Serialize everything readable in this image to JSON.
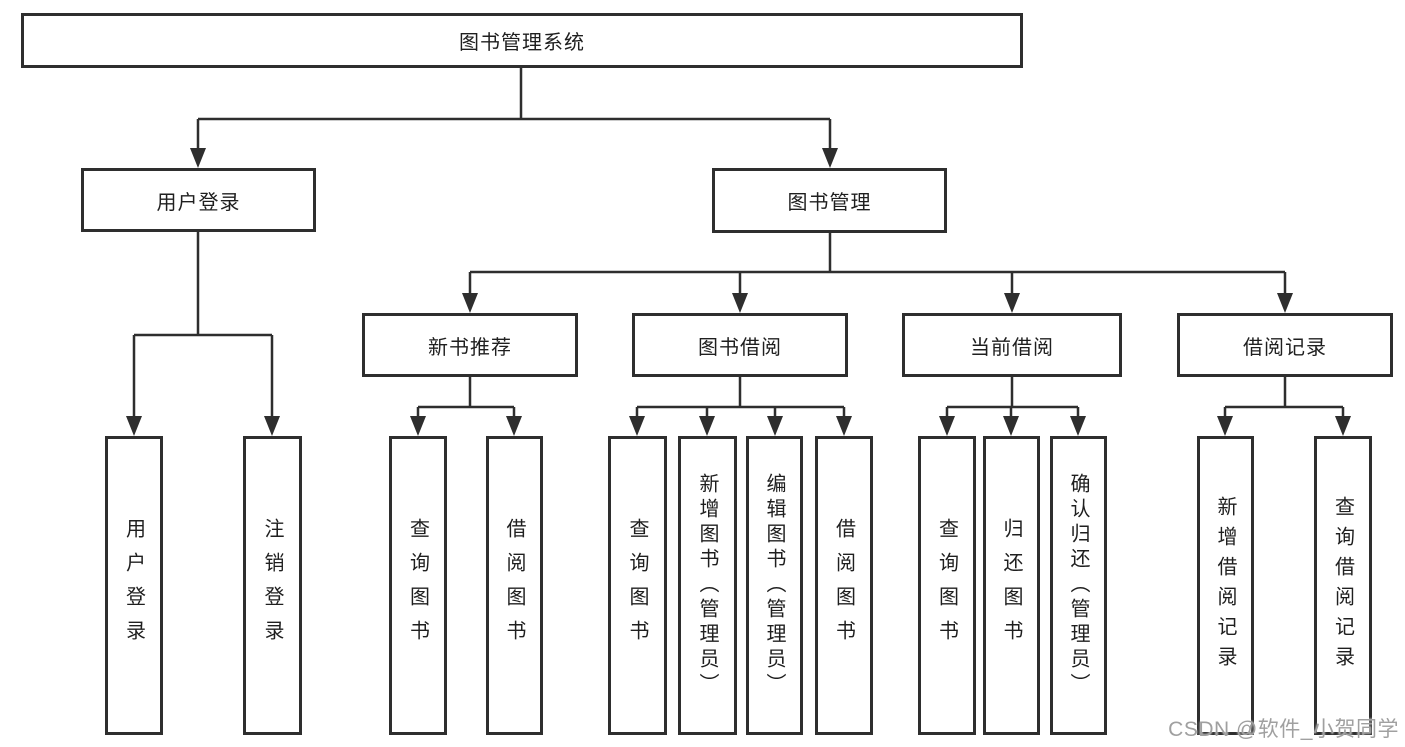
{
  "tree": {
    "root": {
      "label": "图书管理系统"
    },
    "branches": [
      {
        "label": "用户登录",
        "children": [
          {
            "label": "用户登录"
          },
          {
            "label": "注销登录"
          }
        ]
      },
      {
        "label": "图书管理",
        "children": [
          {
            "label": "新书推荐",
            "children": [
              {
                "label": "查询图书"
              },
              {
                "label": "借阅图书"
              }
            ]
          },
          {
            "label": "图书借阅",
            "children": [
              {
                "label": "查询图书"
              },
              {
                "label": "新增图书（管理员）"
              },
              {
                "label": "编辑图书（管理员）"
              },
              {
                "label": "借阅图书"
              }
            ]
          },
          {
            "label": "当前借阅",
            "children": [
              {
                "label": "查询图书"
              },
              {
                "label": "归还图书"
              },
              {
                "label": "确认归还（管理员）"
              }
            ]
          },
          {
            "label": "借阅记录",
            "children": [
              {
                "label": "新增借阅记录"
              },
              {
                "label": "查询借阅记录"
              }
            ]
          }
        ]
      }
    ]
  },
  "watermark": {
    "text": "CSDN @软件_小贺同学",
    "color": "#a0a0a0"
  },
  "colors": {
    "line": "#2e2e2e",
    "box_fill": "#ffffff",
    "text": "#1f1f1f",
    "background": "#ffffff"
  }
}
